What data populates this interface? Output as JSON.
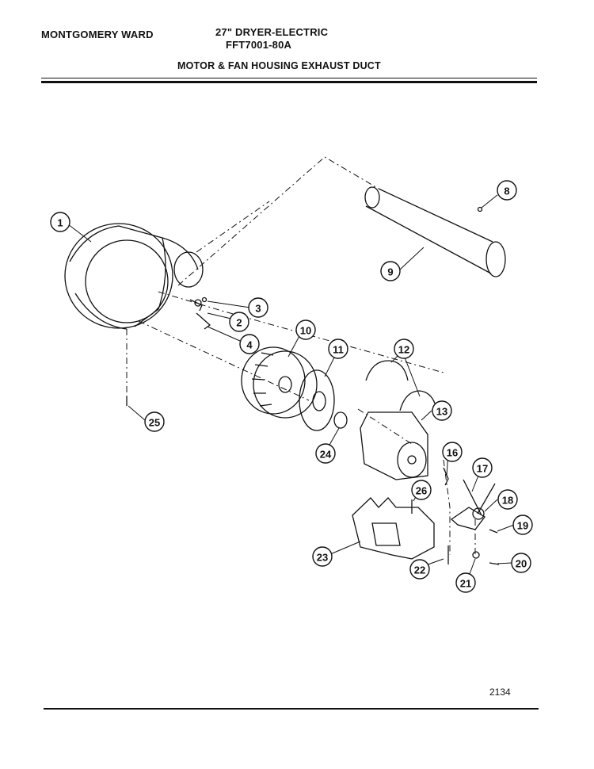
{
  "header": {
    "brand": "MONTGOMERY WARD",
    "model_title": "27\" DRYER-ELECTRIC",
    "model_number": "FFT7001-80A",
    "section_title": "MOTOR & FAN HOUSING EXHAUST DUCT"
  },
  "footer": {
    "page_number": "2134"
  },
  "callouts": [
    "1",
    "2",
    "3",
    "4",
    "8",
    "9",
    "10",
    "11",
    "12",
    "13",
    "16",
    "17",
    "18",
    "19",
    "20",
    "21",
    "22",
    "23",
    "24",
    "25",
    "26"
  ]
}
